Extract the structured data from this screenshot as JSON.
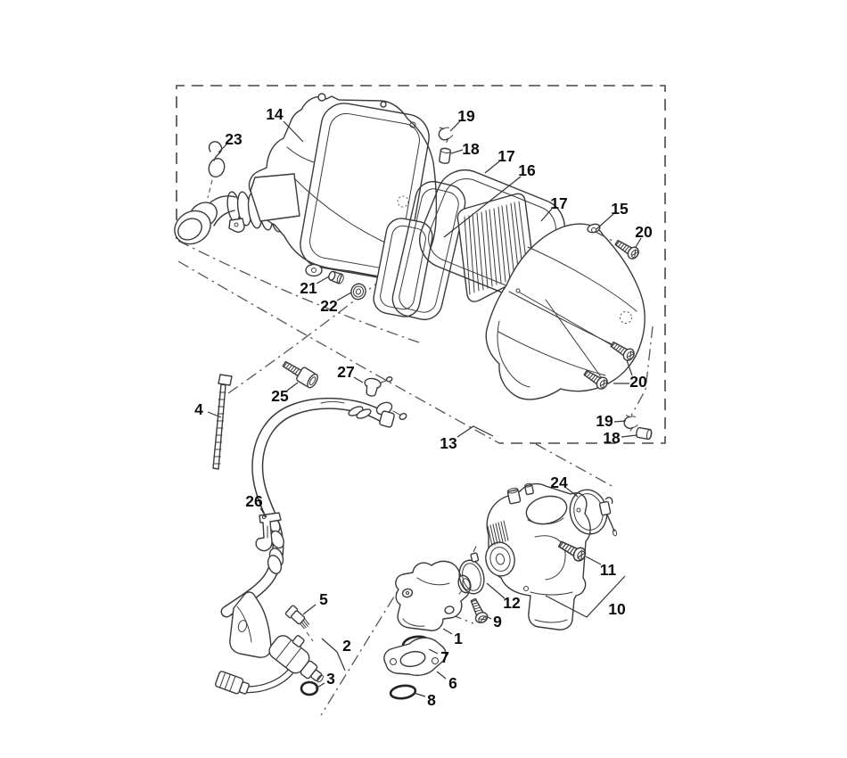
{
  "diagram": {
    "kind": "exploded-parts-diagram",
    "background_color": "#ffffff",
    "line_color": "#3a3a3a",
    "label_color": "#0c0c0c"
  },
  "callouts": {
    "n1": "1",
    "n2": "2",
    "n3": "3",
    "n4": "4",
    "n5": "5",
    "n6": "6",
    "n7": "7",
    "n8": "8",
    "n9": "9",
    "n10": "10",
    "n11": "11",
    "n12": "12",
    "n13": "13",
    "n14": "14",
    "n15": "15",
    "n16": "16",
    "n17": "17",
    "n18": "18",
    "n19": "19",
    "n20": "20",
    "n21": "21",
    "n22": "22",
    "n23": "23",
    "n24": "24",
    "n25": "25",
    "n26": "26",
    "n27": "27"
  }
}
